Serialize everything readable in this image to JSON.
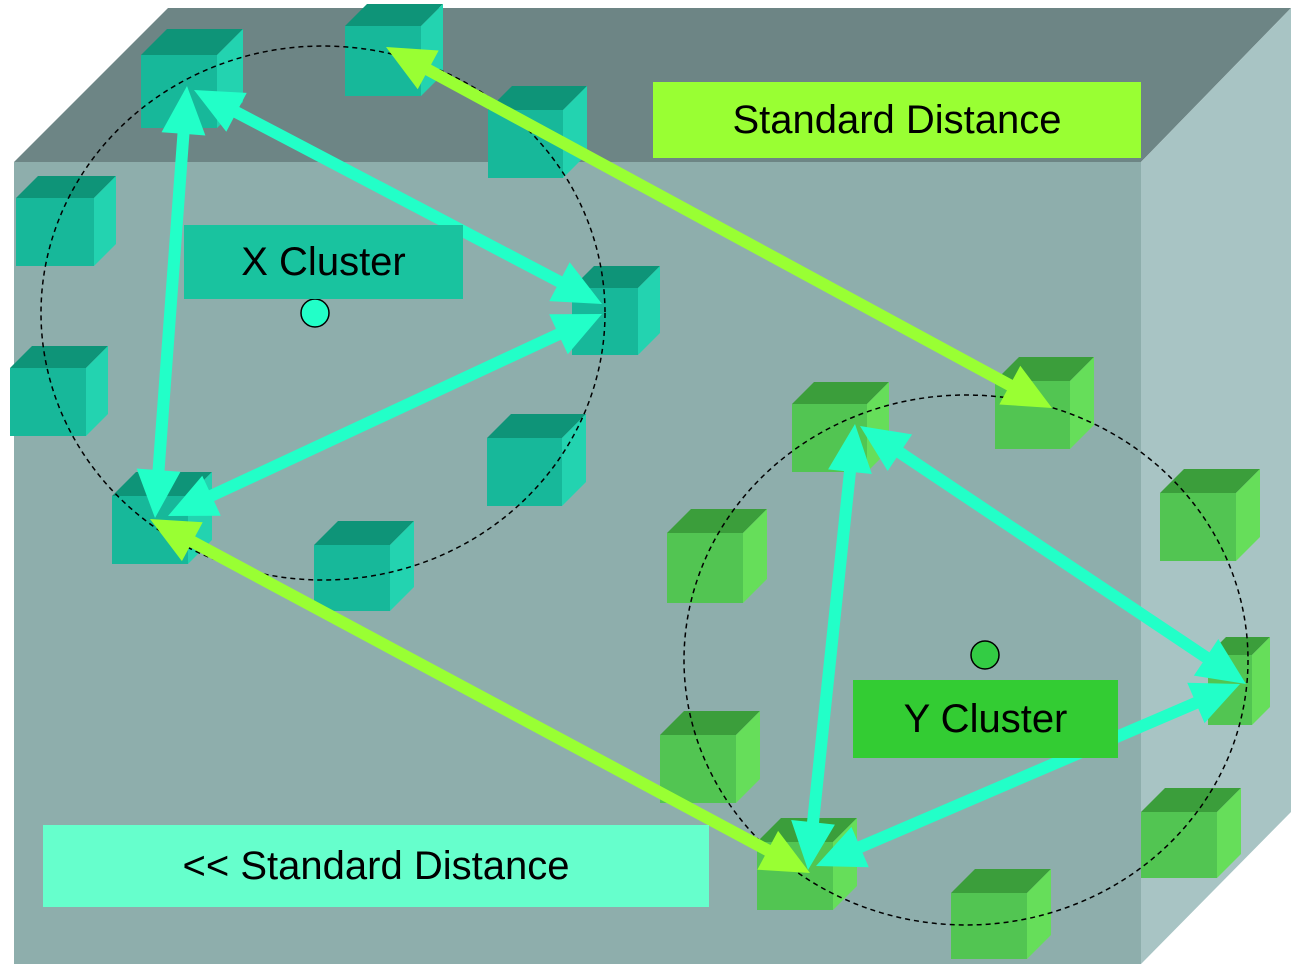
{
  "labels": {
    "standard_distance": "Standard Distance",
    "x_cluster": "X Cluster",
    "y_cluster": "Y Cluster",
    "less_than_standard_distance": "<< Standard Distance"
  },
  "colors": {
    "box_front": "#8eaeac",
    "box_top": "#6d8585",
    "box_side": "#a8c4c4",
    "cube_x_front": "#17b89a",
    "cube_x_top": "#0e9478",
    "cube_x_side": "#23d3b0",
    "cube_y_front": "#52c552",
    "cube_y_top": "#3b9e3b",
    "cube_y_side": "#66de5a",
    "arrow_cyan": "#22ffc8",
    "arrow_green": "#99ff33",
    "label_standard_distance_bg": "#99ff33",
    "label_x_cluster_bg": "#19c39f",
    "label_y_cluster_bg": "#33cc33",
    "label_less_than_bg": "#66ffcc",
    "centroid_x": "#22ffc8",
    "centroid_y": "#33cc44"
  }
}
